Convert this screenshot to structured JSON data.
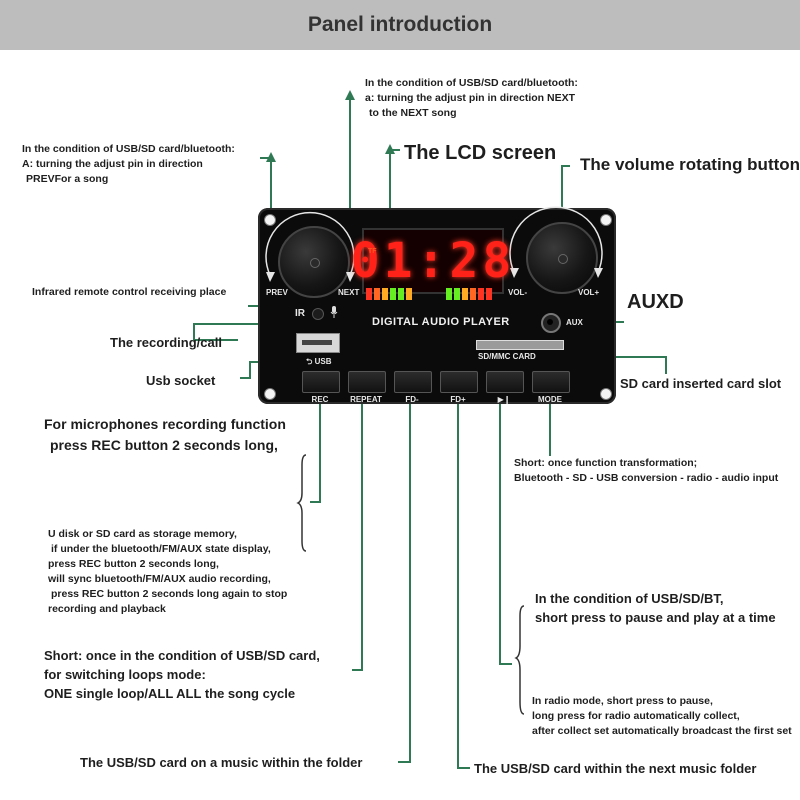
{
  "header": {
    "title": "Panel introduction"
  },
  "board": {
    "lcd_time": "01:28",
    "lcd_tf": "TF",
    "title": "DIGITAL AUDIO PLAYER",
    "prev": "PREV",
    "next": "NEXT",
    "vol_minus": "VOL-",
    "vol_plus": "VOL+",
    "ir": "IR",
    "usb": "⮌ USB",
    "sd": "SD/MMC CARD",
    "aux": "AUX",
    "buttons": [
      "REC",
      "REPEAT",
      "FD-",
      "FD+",
      "▶❙",
      "MODE"
    ]
  },
  "labels": {
    "next_condition": [
      "In the condition of USB/SD card/bluetooth:",
      "a: turning the adjust pin in direction NEXT",
      "to the NEXT song"
    ],
    "prev_condition": [
      "In the condition of USB/SD card/bluetooth:",
      "A: turning the adjust pin in direction",
      "PREVFor a song"
    ],
    "lcd_screen": "The LCD screen",
    "volume_button": "The volume rotating button",
    "infrared": "Infrared remote control receiving place",
    "auxd": "AUXD",
    "recording_call": "The recording/call",
    "usb_socket": "Usb socket",
    "sd_slot": "SD card inserted card slot",
    "mic_recording": [
      "For microphones recording function",
      "press REC button 2 seconds long,"
    ],
    "mode_short": [
      "Short: once function transformation;",
      "Bluetooth - SD - USB conversion - radio - audio input"
    ],
    "storage_memory": [
      "U disk or SD card as storage memory,",
      "if under the bluetooth/FM/AUX state display,",
      "press REC button 2 seconds long,",
      "will sync bluetooth/FM/AUX audio recording,",
      "press REC button 2 seconds long again to stop",
      "recording and playback"
    ],
    "pause_play": [
      "In the condition of USB/SD/BT,",
      "short press to pause and play at a time"
    ],
    "repeat_short": [
      "Short: once in the condition of USB/SD card,",
      "for switching loops mode:",
      "ONE single loop/ALL ALL the song cycle"
    ],
    "radio_mode": [
      "In radio mode, short press to pause,",
      "long press for radio automatically collect,",
      "after collect set automatically broadcast the first set"
    ],
    "fd_minus": "The USB/SD card on a music within the folder",
    "fd_plus": "The USB/SD card within the next music folder"
  },
  "colors": {
    "leader_line": "#2f7a55",
    "banner": "#bdbdbd",
    "lcd": "#ff2218"
  }
}
